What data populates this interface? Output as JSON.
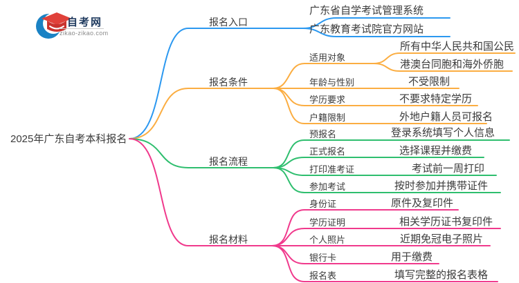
{
  "logo": {
    "title": "自考网",
    "domain": "zikao-zikao.com"
  },
  "root": {
    "label": "2025年广东自考本科报名"
  },
  "colors": {
    "blue": "#2b98f0",
    "orange": "#fbad41",
    "green": "#2ebe6e",
    "pink": "#f0398c",
    "text": "#3b3b3b",
    "logo_blue": "#1a82c4",
    "logo_red": "#e0413a",
    "logo_red_dark": "#c9332e",
    "logo_navy": "#1f3a5e"
  },
  "branches": [
    {
      "label": "报名入口",
      "children": [
        {
          "label": "广东省自学考试管理系统"
        },
        {
          "label": "广东教育考试院官方网站"
        }
      ]
    },
    {
      "label": "报名条件",
      "children": [
        {
          "label": "适用对象",
          "children": [
            {
              "label": "所有中华人民共和国公民"
            },
            {
              "label": "港澳台同胞和海外侨胞"
            }
          ]
        },
        {
          "label": "年龄与性别",
          "children": [
            {
              "label": "不受限制"
            }
          ]
        },
        {
          "label": "学历要求",
          "children": [
            {
              "label": "不要求特定学历"
            }
          ]
        },
        {
          "label": "户籍限制",
          "children": [
            {
              "label": "外地户籍人员可报名"
            }
          ]
        }
      ]
    },
    {
      "label": "报名流程",
      "children": [
        {
          "label": "预报名",
          "children": [
            {
              "label": "登录系统填写个人信息"
            }
          ]
        },
        {
          "label": "正式报名",
          "children": [
            {
              "label": "选择课程并缴费"
            }
          ]
        },
        {
          "label": "打印准考证",
          "children": [
            {
              "label": "考试前一周打印"
            }
          ]
        },
        {
          "label": "参加考试",
          "children": [
            {
              "label": "按时参加并携带证件"
            }
          ]
        }
      ]
    },
    {
      "label": "报名材料",
      "children": [
        {
          "label": "身份证",
          "children": [
            {
              "label": "原件及复印件"
            }
          ]
        },
        {
          "label": "学历证明",
          "children": [
            {
              "label": "相关学历证书复印件"
            }
          ]
        },
        {
          "label": "个人照片",
          "children": [
            {
              "label": "近期免冠电子照片"
            }
          ]
        },
        {
          "label": "银行卡",
          "children": [
            {
              "label": "用于缴费"
            }
          ]
        },
        {
          "label": "报名表",
          "children": [
            {
              "label": "填写完整的报名表格"
            }
          ]
        }
      ]
    }
  ]
}
